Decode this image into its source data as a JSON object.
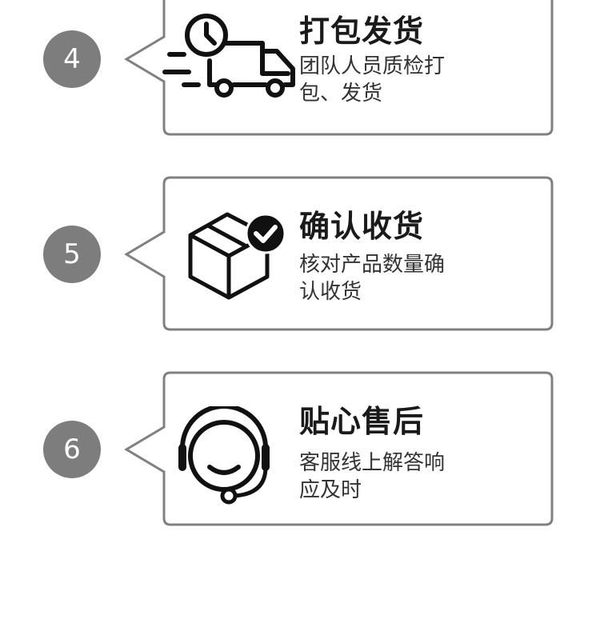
{
  "steps": [
    {
      "number": "4",
      "title": "打包发货",
      "desc": "团队人员质检打包、发货",
      "icon": "delivery-truck-icon"
    },
    {
      "number": "5",
      "title": "确认收货",
      "desc": "核对产品数量确认收货",
      "icon": "package-check-icon"
    },
    {
      "number": "6",
      "title": "贴心售后",
      "desc": "客服线上解答响应及时",
      "icon": "headset-support-icon"
    }
  ],
  "colors": {
    "circle": "#7d7d7d",
    "border": "#808080",
    "icon": "#111111"
  }
}
